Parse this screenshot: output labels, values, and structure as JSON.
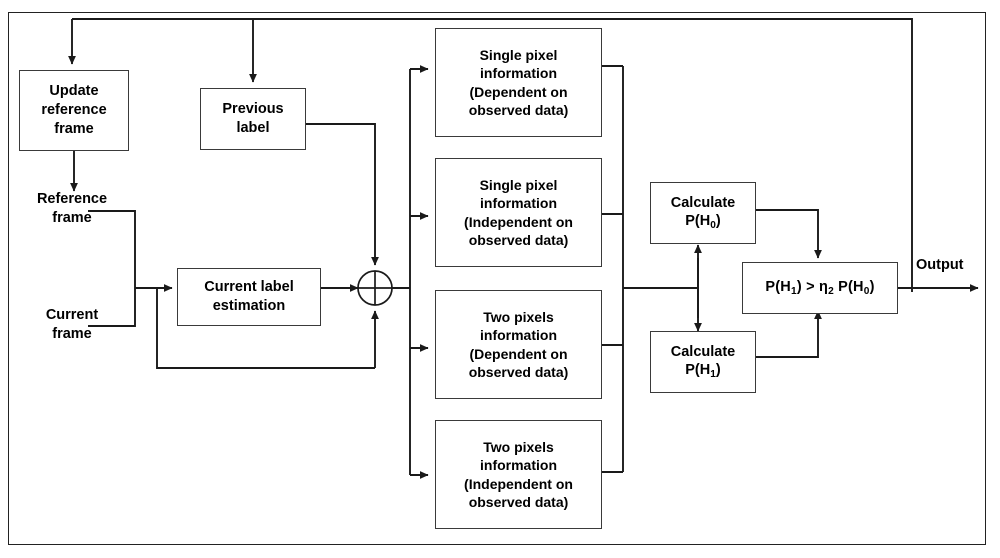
{
  "diagram": {
    "title": "Pixel information fusion and hypothesis decision block diagram",
    "frame_color": "#222222",
    "line_color": "#1a1a1a",
    "box_border_color": "#3a3a3a",
    "background": "#ffffff"
  },
  "nodes": {
    "update_reference_frame": {
      "lines": [
        "Update",
        "reference",
        "frame"
      ]
    },
    "previous_label": {
      "lines": [
        "Previous",
        "label"
      ]
    },
    "current_label_estimation": {
      "lines": [
        "Current label",
        "estimation"
      ]
    },
    "single_pixel_dependent": {
      "lines": [
        "Single pixel",
        "information",
        "(Dependent on",
        "observed data)"
      ]
    },
    "single_pixel_independent": {
      "lines": [
        "Single pixel",
        "information",
        "(Independent on",
        "observed data)"
      ]
    },
    "two_pixels_dependent": {
      "lines": [
        "Two pixels",
        "information",
        "(Dependent on",
        "observed data)"
      ]
    },
    "two_pixels_independent": {
      "lines": [
        "Two pixels",
        "information",
        "(Independent on",
        "observed data)"
      ]
    },
    "calculate_p_h0": {
      "line1": "Calculate",
      "line2_prefix": "P(H",
      "line2_sub": "0",
      "line2_suffix": ")"
    },
    "calculate_p_h1": {
      "line1": "Calculate",
      "line2_prefix": "P(H",
      "line2_sub": "1",
      "line2_suffix": ")"
    },
    "decision": {
      "p1_prefix": "P(H",
      "p1_sub": "1",
      "p1_suffix": ")",
      "operator": ">",
      "eta": "η",
      "eta_sub": "2",
      "p0_prefix": "P(H",
      "p0_sub": "0",
      "p0_suffix": ")"
    },
    "summing_junction": {
      "symbol": "cross-circle"
    }
  },
  "labels": {
    "reference_frame": {
      "lines": [
        "Reference",
        "frame"
      ]
    },
    "current_frame": {
      "lines": [
        "Current",
        "frame"
      ]
    },
    "output": {
      "text": "Output"
    }
  }
}
